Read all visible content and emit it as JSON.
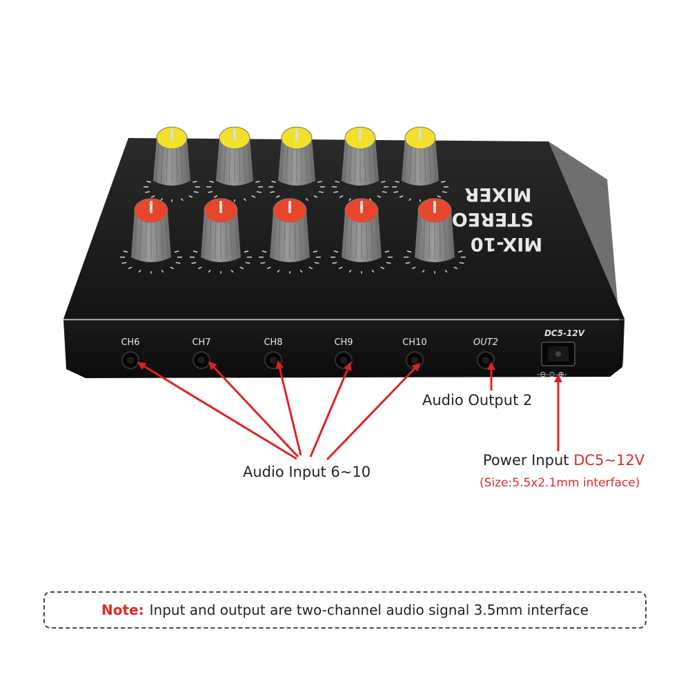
{
  "device": {
    "brand_lines": [
      "MIXER",
      "STEREO",
      "MIX-10"
    ],
    "jacks": [
      "CH6",
      "CH7",
      "CH8",
      "CH9",
      "CH10",
      "OUT2"
    ],
    "power_label": "DC5-12V",
    "polarity_label": "-⊖-⊙-⊕-",
    "colors": {
      "body": "#1c1c1c",
      "knob_yellow": "#f2e02a",
      "knob_red": "#e8462a",
      "knob_body": "#8a8a8a",
      "arrow": "#e02020"
    }
  },
  "annotations": {
    "audio_input": "Audio Input 6~10",
    "audio_output": "Audio Output 2",
    "power_prefix": "Power Input ",
    "power_value": "DC5~12V",
    "power_size": "(Size:5.5x2.1mm interface)"
  },
  "note": {
    "label": "Note:",
    "text": "Input and output are two-channel audio signal 3.5mm interface"
  }
}
